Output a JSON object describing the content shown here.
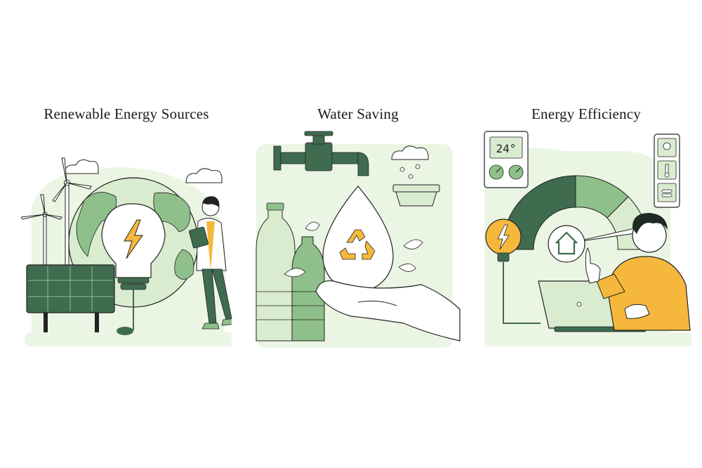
{
  "panels": [
    {
      "title": "Renewable Energy Sources"
    },
    {
      "title": "Water Saving"
    },
    {
      "title": "Energy Efficiency"
    }
  ],
  "thermostat": {
    "reading": "24°"
  },
  "colors": {
    "dark_green": "#3f6b4f",
    "mid_green": "#8fbf8a",
    "light_green": "#d9ecd0",
    "pale_green": "#ebf5e4",
    "accent_yellow": "#f6b83c",
    "outline": "#222222"
  },
  "icons": [
    "lightning-icon",
    "recycle-icon",
    "house-icon",
    "thermometer-icon",
    "lightbulb-icon",
    "cloud-icon"
  ]
}
